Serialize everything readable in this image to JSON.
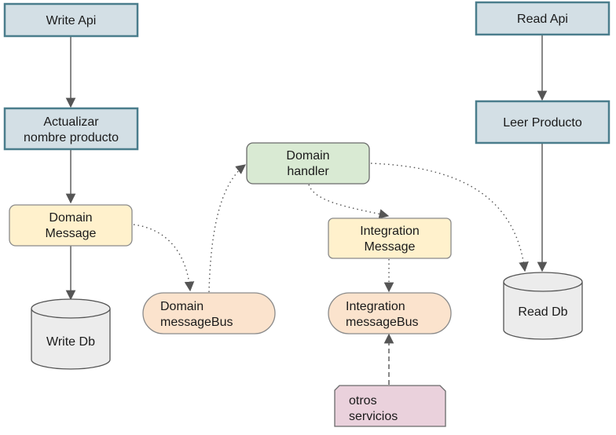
{
  "nodes": {
    "write_api": {
      "label": "Write Api",
      "fill": "#d3dfe5",
      "stroke": "#4a7d8c"
    },
    "actualizar": {
      "line1": "Actualizar",
      "line2": "nombre producto",
      "fill": "#d3dfe5",
      "stroke": "#4a7d8c"
    },
    "domain_message": {
      "line1": "Domain",
      "line2": "Message",
      "fill": "#fff1cc",
      "stroke": "#8a8a8a"
    },
    "write_db": {
      "label": "Write Db",
      "fill": "#ececec",
      "stroke": "#555555"
    },
    "domain_messagebus": {
      "line1": "Domain",
      "line2": "messageBus",
      "fill": "#fbe3cd",
      "stroke": "#8a8a8a"
    },
    "domain_handler": {
      "line1": "Domain",
      "line2": "handler",
      "fill": "#d9ead3",
      "stroke": "#6a6a6a"
    },
    "integration_message": {
      "line1": "Integration",
      "line2": "Message",
      "fill": "#fff1cc",
      "stroke": "#8a8a8a"
    },
    "integration_messagebus": {
      "line1": "Integration",
      "line2": "messageBus",
      "fill": "#fbe3cd",
      "stroke": "#8a8a8a"
    },
    "otros_servicios": {
      "line1": "otros",
      "line2": "servicios",
      "fill": "#ead1dc",
      "stroke": "#6a6a6a"
    },
    "read_api": {
      "label": "Read Api",
      "fill": "#d3dfe5",
      "stroke": "#4a7d8c"
    },
    "leer_producto": {
      "label": "Leer Producto",
      "fill": "#d3dfe5",
      "stroke": "#4a7d8c"
    },
    "read_db": {
      "label": "Read Db",
      "fill": "#ececec",
      "stroke": "#555555"
    }
  },
  "edges": [
    {
      "from": "write_api",
      "to": "actualizar",
      "style": "solid"
    },
    {
      "from": "actualizar",
      "to": "domain_message",
      "style": "solid"
    },
    {
      "from": "domain_message",
      "to": "write_db",
      "style": "solid"
    },
    {
      "from": "domain_message",
      "to": "domain_messagebus",
      "style": "dotted"
    },
    {
      "from": "domain_messagebus",
      "to": "domain_handler",
      "style": "dotted"
    },
    {
      "from": "domain_handler",
      "to": "integration_message",
      "style": "dotted"
    },
    {
      "from": "domain_handler",
      "to": "read_db",
      "style": "dotted"
    },
    {
      "from": "integration_message",
      "to": "integration_messagebus",
      "style": "dotted"
    },
    {
      "from": "otros_servicios",
      "to": "integration_messagebus",
      "style": "dashed"
    },
    {
      "from": "read_api",
      "to": "leer_producto",
      "style": "solid"
    },
    {
      "from": "leer_producto",
      "to": "read_db",
      "style": "solid"
    }
  ],
  "colors": {
    "edge": "#555555"
  }
}
